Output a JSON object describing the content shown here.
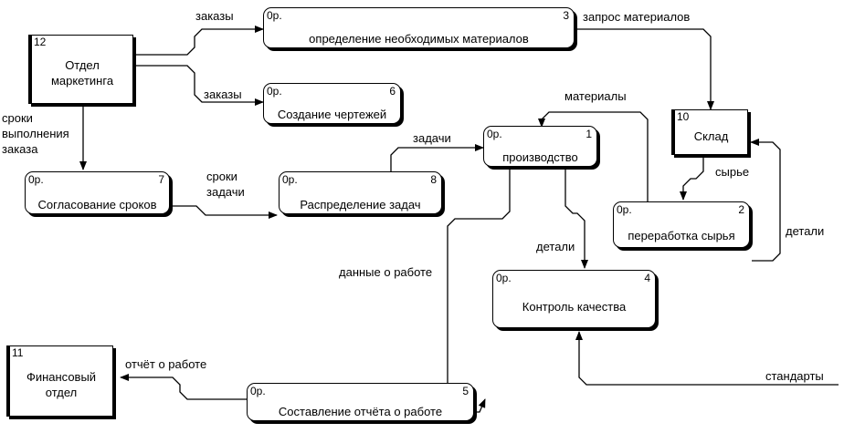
{
  "processes": [
    {
      "key": "p3",
      "number": "3",
      "cost": "0р.",
      "title": "определение необходимых материалов"
    },
    {
      "key": "p6",
      "number": "6",
      "cost": "0р.",
      "title": "Создание чертежей"
    },
    {
      "key": "p1",
      "number": "1",
      "cost": "0р.",
      "title": "производство"
    },
    {
      "key": "p7",
      "number": "7",
      "cost": "0р.",
      "title": "Согласование сроков"
    },
    {
      "key": "p8",
      "number": "8",
      "cost": "0р.",
      "title": "Распределение задач"
    },
    {
      "key": "p2",
      "number": "2",
      "cost": "0р.",
      "title": "переработка сырья"
    },
    {
      "key": "p4",
      "number": "4",
      "cost": "0р.",
      "title": "Контроль качества"
    },
    {
      "key": "p5",
      "number": "5",
      "cost": "0р.",
      "title": "Составление отчёта о работе"
    }
  ],
  "entities": [
    {
      "key": "e12",
      "number": "12",
      "title": "Отдел\nмаркетинга"
    },
    {
      "key": "e10",
      "number": "10",
      "title": "Склад"
    },
    {
      "key": "e11",
      "number": "11",
      "title": "Финансовый\nотдел"
    }
  ],
  "flows": [
    {
      "key": "f_orders1",
      "label": "заказы"
    },
    {
      "key": "f_orders2",
      "label": "заказы"
    },
    {
      "key": "f_mat_req",
      "label": "запрос материалов"
    },
    {
      "key": "f_deadlines",
      "label": "сроки\nвыполнения\nзаказа"
    },
    {
      "key": "f_materials",
      "label": "материалы"
    },
    {
      "key": "f_tasks1",
      "label": "сроки\nзадачи"
    },
    {
      "key": "f_tasks2",
      "label": "задачи"
    },
    {
      "key": "f_raw",
      "label": "сырье"
    },
    {
      "key": "f_parts1",
      "label": "детали"
    },
    {
      "key": "f_parts2",
      "label": "детали"
    },
    {
      "key": "f_workdata",
      "label": "данные о работе"
    },
    {
      "key": "f_standards",
      "label": "стандарты"
    },
    {
      "key": "f_report",
      "label": "отчёт о работе"
    }
  ],
  "colors": {
    "line": "#000000",
    "box_fill": "#ffffff",
    "background": "#ffffff"
  }
}
